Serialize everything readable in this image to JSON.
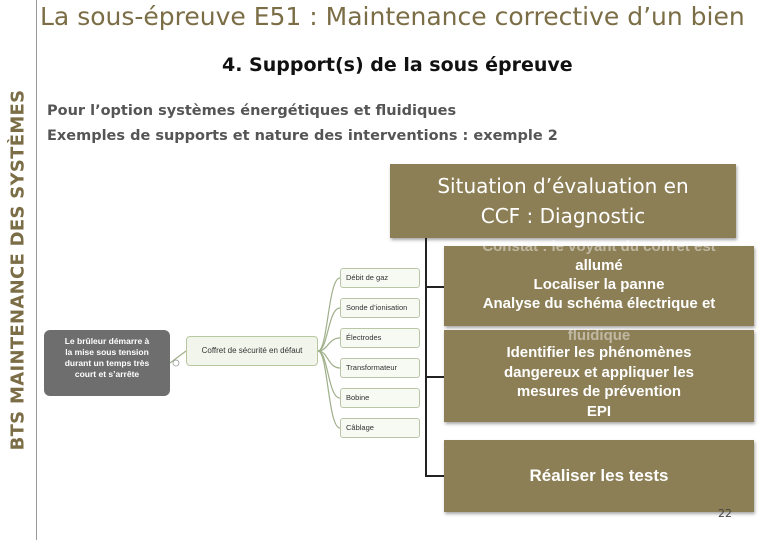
{
  "side_title": "BTS MAINTENANCE DES SYSTÈMES",
  "main_title": "La sous-épreuve E51 : Maintenance corrective d’un bien",
  "sub_title": "4. Support(s) de la sous épreuve",
  "intro": [
    "Pour l’option systèmes énergétiques et fluidiques",
    "Exemples de supports et nature des interventions : exemple 2"
  ],
  "situation": [
    "Situation d’évaluation en",
    "CCF : Diagnostic"
  ],
  "box1": {
    "ghost": "Constat : le voyant du coffret est",
    "lines": [
      "allumé",
      "Localiser la panne",
      "Analyse du schéma électrique et"
    ]
  },
  "box2": {
    "ghost": "fluidique",
    "lines": [
      "Identifier les phénomènes",
      "dangereux et appliquer les",
      "mesures de prévention",
      "EPI"
    ]
  },
  "box3": "Réaliser les tests",
  "mindmap": {
    "root": [
      "Le brûleur démarre à",
      "la mise sous tension",
      "durant un temps très",
      "court et s’arrête"
    ],
    "center": "Coffret de sécurité en défaut",
    "branches": [
      "Débit de gaz",
      "Sonde d’ionisation",
      "Électrodes",
      "Transformateur",
      "Bobine",
      "Câblage"
    ]
  },
  "page_number": "22",
  "colors": {
    "accent": "#8c7f56",
    "title": "#7b6d45"
  }
}
